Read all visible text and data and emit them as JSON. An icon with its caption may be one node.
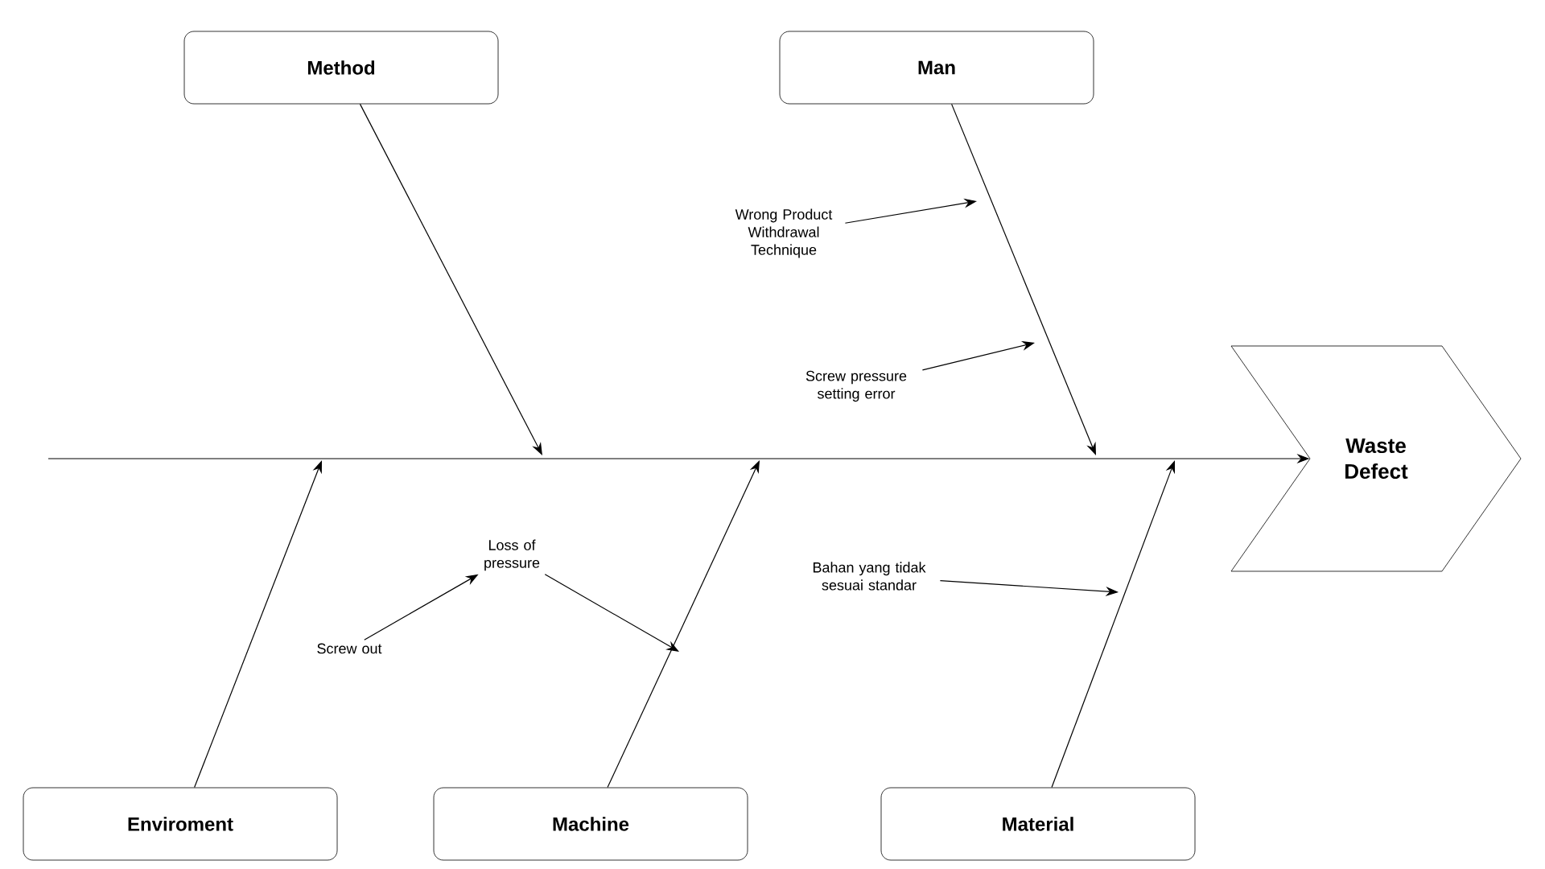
{
  "diagram": {
    "nodes": [
      {
        "text": [
          "Method"
        ]
      },
      {
        "text": [
          "Man"
        ]
      },
      {
        "text": [
          "Waste Defect"
        ]
      },
      {
        "text": [
          "Enviroment"
        ]
      },
      {
        "text": [
          "Machine"
        ]
      },
      {
        "text": [
          "Material"
        ]
      },
      {
        "text": [
          "Wrong Product Withdrawal Technique"
        ]
      },
      {
        "text": [
          "Screw pressure setting error"
        ]
      },
      {
        "text": [
          "Loss of pressure"
        ]
      },
      {
        "text": [
          "Screw out"
        ]
      },
      {
        "text": [
          "Bahan yang tidak sesuai standar"
        ]
      }
    ],
    "edges": [
      {
        "from": null,
        "to": 2,
        "arrow": "to"
      },
      {
        "from": 0,
        "to": null,
        "arrow": "to"
      },
      {
        "from": 1,
        "to": null,
        "arrow": "to"
      },
      {
        "from": 3,
        "to": null,
        "arrow": "to"
      },
      {
        "from": 4,
        "to": null,
        "arrow": "to"
      },
      {
        "from": 5,
        "to": null,
        "arrow": "to"
      },
      {
        "from": 6,
        "to": null,
        "arrow": "to"
      },
      {
        "from": 7,
        "to": null,
        "arrow": "to"
      },
      {
        "from": 9,
        "to": 8,
        "arrow": "to"
      },
      {
        "from": 8,
        "to": null,
        "arrow": "to"
      },
      {
        "from": 10,
        "to": null,
        "arrow": "to"
      }
    ]
  }
}
